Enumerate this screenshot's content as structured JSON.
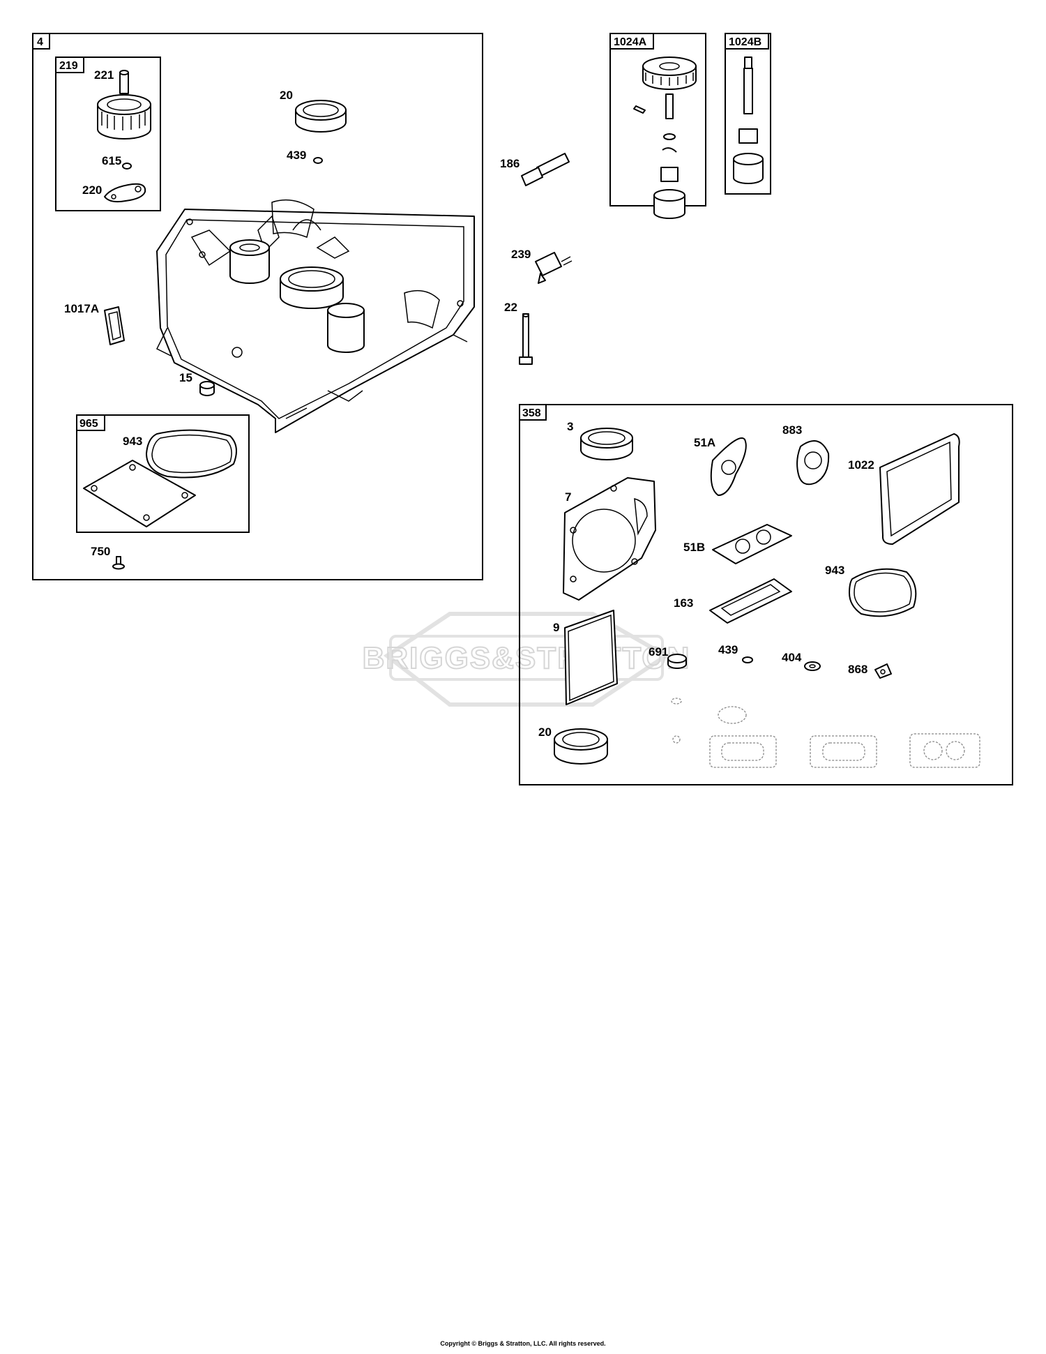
{
  "copyright": "Copyright © Briggs & Stratton, LLC. All rights reserved.",
  "watermark": "BRIGGS&STRATTON",
  "boxes": {
    "main": "4",
    "governor": "219",
    "gasket_kit_965": "965",
    "oil_pump_a": "1024A",
    "oil_pump_b": "1024B",
    "gasket_set": "358"
  },
  "labels": {
    "p221": "221",
    "p615": "615",
    "p220": "220",
    "p20_top": "20",
    "p439_top": "439",
    "p1017A": "1017A",
    "p15": "15",
    "p943_top": "943",
    "p750": "750",
    "p186": "186",
    "p239": "239",
    "p22": "22",
    "p3": "3",
    "p51A": "51A",
    "p883": "883",
    "p1022": "1022",
    "p7": "7",
    "p51B": "51B",
    "p943_set": "943",
    "p163": "163",
    "p9": "9",
    "p691": "691",
    "p439_set": "439",
    "p404": "404",
    "p868": "868",
    "p20_set": "20"
  }
}
